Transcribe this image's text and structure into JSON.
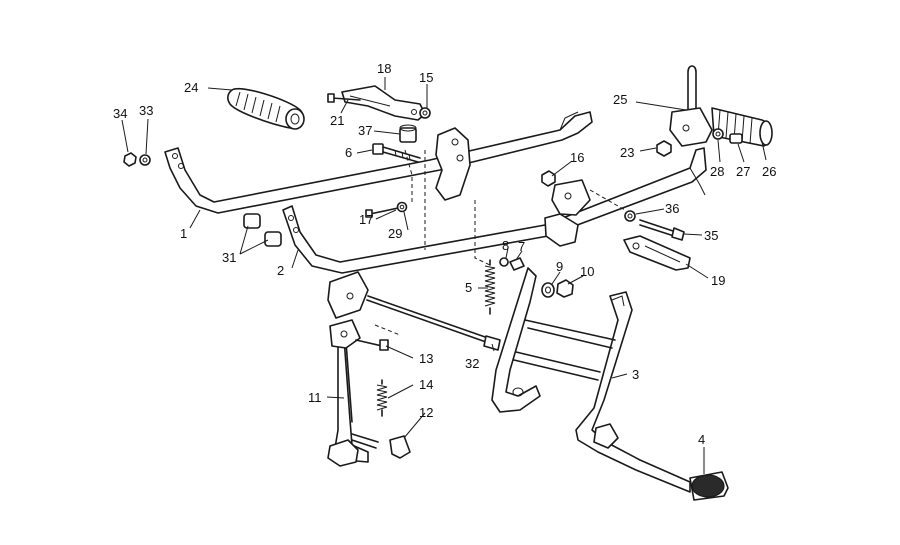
{
  "callouts": [
    {
      "id": "1",
      "label": "1"
    },
    {
      "id": "2",
      "label": "2"
    },
    {
      "id": "3",
      "label": "3"
    },
    {
      "id": "4",
      "label": "4"
    },
    {
      "id": "5",
      "label": "5"
    },
    {
      "id": "6",
      "label": "6"
    },
    {
      "id": "7",
      "label": "7"
    },
    {
      "id": "8",
      "label": "8"
    },
    {
      "id": "9",
      "label": "9"
    },
    {
      "id": "10",
      "label": "10"
    },
    {
      "id": "11",
      "label": "11"
    },
    {
      "id": "12",
      "label": "12"
    },
    {
      "id": "13",
      "label": "13"
    },
    {
      "id": "14",
      "label": "14"
    },
    {
      "id": "15",
      "label": "15"
    },
    {
      "id": "16",
      "label": "16"
    },
    {
      "id": "17",
      "label": "17"
    },
    {
      "id": "18",
      "label": "18"
    },
    {
      "id": "19",
      "label": "19"
    },
    {
      "id": "21",
      "label": "21"
    },
    {
      "id": "23",
      "label": "23"
    },
    {
      "id": "24",
      "label": "24"
    },
    {
      "id": "25",
      "label": "25"
    },
    {
      "id": "26",
      "label": "26"
    },
    {
      "id": "27",
      "label": "27"
    },
    {
      "id": "28",
      "label": "28"
    },
    {
      "id": "29",
      "label": "29"
    },
    {
      "id": "31",
      "label": "31"
    },
    {
      "id": "32",
      "label": "32"
    },
    {
      "id": "33",
      "label": "33"
    },
    {
      "id": "34",
      "label": "34"
    },
    {
      "id": "35",
      "label": "35"
    },
    {
      "id": "36",
      "label": "36"
    },
    {
      "id": "37",
      "label": "37"
    }
  ]
}
